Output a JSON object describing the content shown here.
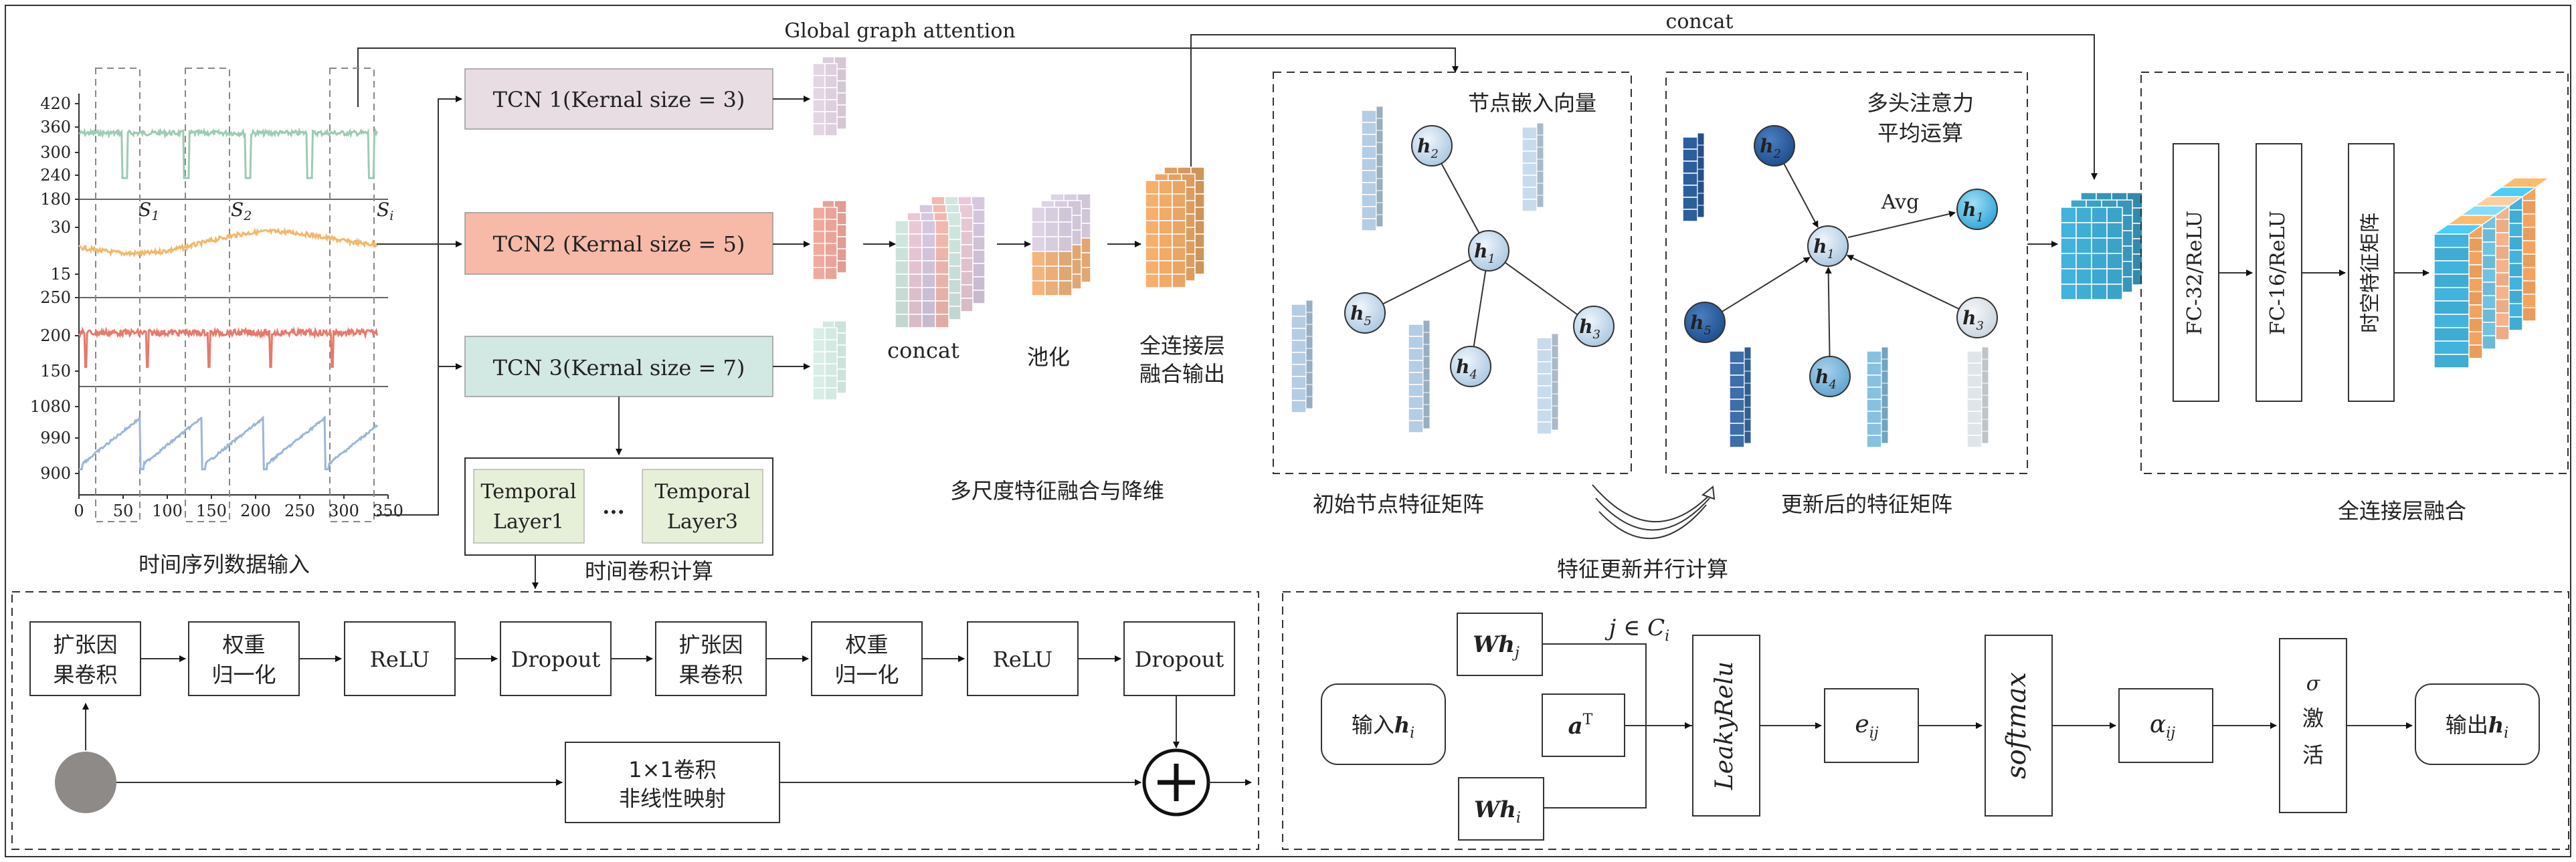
{
  "top_labels": {
    "global_graph_attention": "Global graph attention",
    "concat_top": "concat"
  },
  "timeseries": {
    "caption": "时间序列数据输入",
    "panel1_ticks": [
      "420",
      "360",
      "300",
      "240",
      "180"
    ],
    "panel2_ticks": [
      "30",
      "15"
    ],
    "panel3_ticks": [
      "250",
      "200",
      "150"
    ],
    "panel4_ticks": [
      "1080",
      "990",
      "900"
    ],
    "x_ticks": [
      "0",
      "50",
      "100",
      "150",
      "200",
      "250",
      "300",
      "350"
    ],
    "window_labels": [
      "S",
      "S",
      "S"
    ],
    "window_subs": [
      "1",
      "2",
      "i"
    ],
    "colors": {
      "green": "#9dcbb3",
      "orange": "#f3b86a",
      "red": "#e8796a",
      "blue": "#9bb7d6"
    }
  },
  "tcn": {
    "boxes": [
      {
        "label": "TCN 1(Kernal size = 3)",
        "color": "#e7dde3"
      },
      {
        "label": "TCN2 (Kernal size = 5)",
        "color": "#f7b9a8"
      },
      {
        "label": "TCN 3(Kernal size = 7)",
        "color": "#d2e8e2"
      }
    ],
    "temporal_layer1_a": "Temporal",
    "temporal_layer1_b": "Layer1",
    "temporal_dots": "...",
    "temporal_layer3_a": "Temporal",
    "temporal_layer3_b": "Layer3",
    "temporal_caption": "时间卷积计算"
  },
  "fusion": {
    "concat": "concat",
    "pool": "池化",
    "fc_a": "全连接层",
    "fc_b": "融合输出",
    "caption": "多尺度特征融合与降维"
  },
  "graph_init": {
    "title": "节点嵌入向量",
    "caption": "初始节点特征矩阵",
    "nodes": [
      {
        "id": "h",
        "sub": "2"
      },
      {
        "id": "h",
        "sub": "1"
      },
      {
        "id": "h",
        "sub": "5"
      },
      {
        "id": "h",
        "sub": "4"
      },
      {
        "id": "h",
        "sub": "3"
      }
    ]
  },
  "graph_update": {
    "title_a": "多头注意力",
    "title_b": "平均运算",
    "avg": "Avg",
    "caption": "更新后的特征矩阵",
    "parallel_caption": "特征更新并行计算"
  },
  "fc_panel": {
    "fc32": "FC-32/ReLU",
    "fc16": "FC-16/ReLU",
    "st": "时空特征矩阵",
    "caption": "全连接层融合"
  },
  "tcn_block": {
    "items": [
      "扩张因",
      "果卷积",
      "权重",
      "归一化",
      "ReLU",
      "Dropout",
      "扩张因",
      "果卷积",
      "权重",
      "归一化",
      "ReLU",
      "Dropout"
    ],
    "res_a": "1×1卷积",
    "res_b": "非线性映射"
  },
  "gat_block": {
    "input": "输入",
    "input_var": "h",
    "input_sub": "i",
    "wh_j": "Wh",
    "wh_j_sub": "j",
    "j_in": "j ∈ C",
    "j_in_sub": "i",
    "a_t": "a",
    "a_sup": "T",
    "wh_i": "Wh",
    "wh_i_sub": "i",
    "leaky": "LeakyRelu",
    "eij": "e",
    "eij_sub": "ij",
    "softmax": "softmax",
    "alpha": "α",
    "alpha_sub": "ij",
    "sigma": "σ",
    "act_a": "激",
    "act_b": "活",
    "output": "输出",
    "output_var": "h",
    "output_sub": "i"
  }
}
